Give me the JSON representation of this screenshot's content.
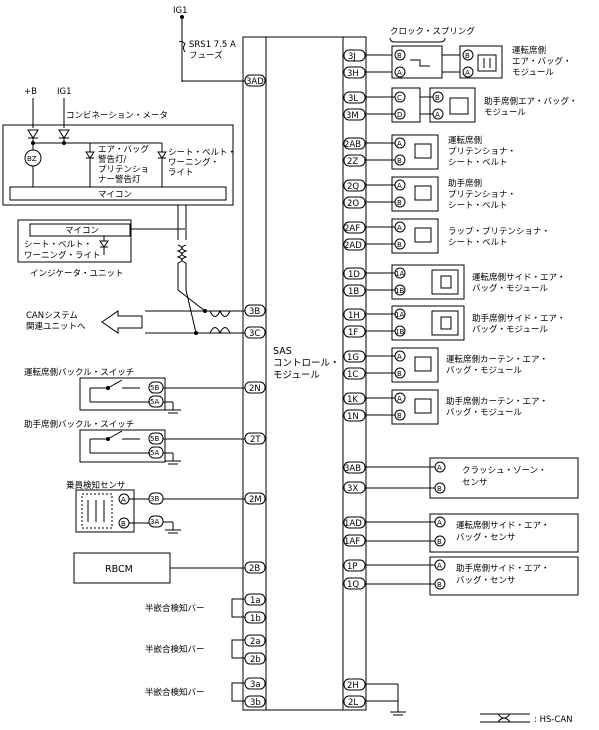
{
  "power": {
    "ig1_top": "IG1",
    "ig1_left": "IG1",
    "plus_b": "+B"
  },
  "fuse": {
    "line1": "SRS1 7.5 A",
    "line2": "フューズ"
  },
  "combination_meter": {
    "title": "コンビネーション・メータ",
    "buzzer": "BZ",
    "lamp1": [
      "エア・バッグ",
      "警告灯/",
      "プリテンショ",
      "ナー警告灯"
    ],
    "lamp2": [
      "シート・ベルト・",
      "ワーニング・",
      "ライト"
    ],
    "micon": "マイコン"
  },
  "indicator_unit": {
    "micon": "マイコン",
    "light": [
      "シート・ベルト・",
      "ワーニング・ライト"
    ],
    "title": "インジケータ・ユニット"
  },
  "can": {
    "line1": "CANシステム",
    "line2": "関連ユニットへ"
  },
  "sas": {
    "line1": "SAS",
    "line2": "コントロール・",
    "line3": "モジュール"
  },
  "left_pins": [
    "3AD",
    "3B",
    "3C",
    "2N",
    "2T",
    "2M",
    "2B",
    "1a",
    "1b",
    "2a",
    "2b",
    "3a",
    "3b"
  ],
  "right_pins": [
    "3J",
    "3H",
    "3L",
    "3M",
    "2AB",
    "2Z",
    "2Q",
    "2O",
    "2AF",
    "2AD",
    "1D",
    "1B",
    "1H",
    "1F",
    "1G",
    "1C",
    "1K",
    "1N",
    "3AB",
    "3X",
    "1AD",
    "1AF",
    "1P",
    "1Q",
    "2H",
    "2L"
  ],
  "clock_spring": "クロック・スプリング",
  "driver_buckle": {
    "label": "運転席側バックル・スイッチ",
    "pin_top": "5B",
    "pin_bottom": "5A"
  },
  "passenger_buckle": {
    "label": "助手席側バックル・スイッチ",
    "pin_top": "5B",
    "pin_bottom": "5A"
  },
  "occupant_sensor": {
    "label": "乗員検知センサ",
    "pin_top": "A",
    "pin_bottom": "B",
    "conn_top": "3B",
    "conn_bottom": "3A"
  },
  "rbcm": "RBCM",
  "half_bar": "半嵌合検知バー",
  "right_components": {
    "driver_airbag": [
      "運転席側",
      "エア・バッグ・",
      "モジュール"
    ],
    "passenger_airbag": [
      "助手席側エア・バッグ・",
      "モジュール"
    ],
    "driver_pretensioner": [
      "運転席側",
      "プリテンショナ・",
      "シート・ベルト"
    ],
    "passenger_pretensioner": [
      "助手席側",
      "プリテンショナ・",
      "シート・ベルト"
    ],
    "lap_pretensioner": [
      "ラップ・プリテンショナ・",
      "シート・ベルト"
    ],
    "driver_side_airbag": [
      "運転席側サイド・エア・",
      "バッグ・モジュール"
    ],
    "passenger_side_airbag": [
      "助手席側サイド・エア・",
      "バッグ・モジュール"
    ],
    "driver_curtain": [
      "運転席側カーテン・エア・",
      "バッグ・モジュール"
    ],
    "passenger_curtain": [
      "助手席側カーテン・エア・",
      "バッグ・モジュール"
    ],
    "crash_zone": [
      "クラッシュ・ゾーン・",
      "センサ"
    ],
    "driver_side_sensor": [
      "運転席側サイド・エア・",
      "バッグ・センサ"
    ],
    "passenger_side_sensor": [
      "助手席側サイド・エア・",
      "バッグ・センサ"
    ]
  },
  "circle_labels": {
    "a": "A",
    "b": "B",
    "c": "C",
    "d": "D",
    "1a": "1A",
    "1b": "1B"
  },
  "legend": ": HS-CAN"
}
